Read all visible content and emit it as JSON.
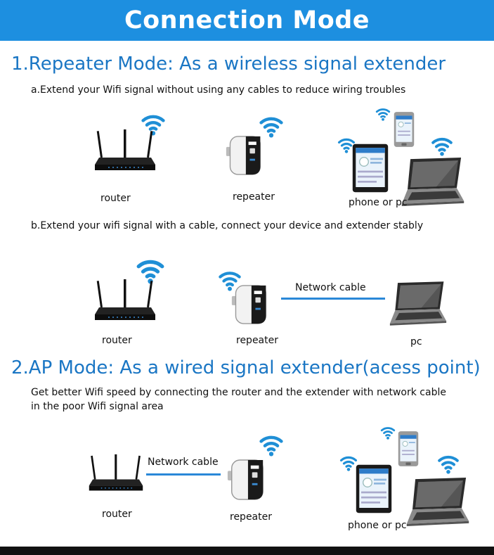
{
  "title": "Connection Mode",
  "section1": {
    "heading": "1.Repeater Mode: As a wireless signal extender",
    "sub_a": {
      "text": "a.Extend your Wifi signal without using any cables to reduce wiring troubles",
      "labels": {
        "router": "router",
        "repeater": "repeater",
        "devices": "phone or pc"
      }
    },
    "sub_b": {
      "text": "b.Extend your wifi signal with a cable, connect your device and extender stably",
      "labels": {
        "router": "router",
        "repeater": "repeater",
        "device": "pc",
        "cable": "Network cable"
      }
    }
  },
  "section2": {
    "heading": "2.AP Mode: As a wired signal extender(acess point)",
    "text_line1": "Get better Wifi speed by connecting the router and the extender with network cable",
    "text_line2": "in the poor Wifi signal area",
    "labels": {
      "router": "router",
      "repeater": "repeater",
      "devices": "phone or pc",
      "cable": "Network cable"
    }
  },
  "colors": {
    "banner": "#1d8fe0",
    "heading": "#1a76c4",
    "wifi": "#1f8fd6",
    "cable": "#2a88d8"
  }
}
